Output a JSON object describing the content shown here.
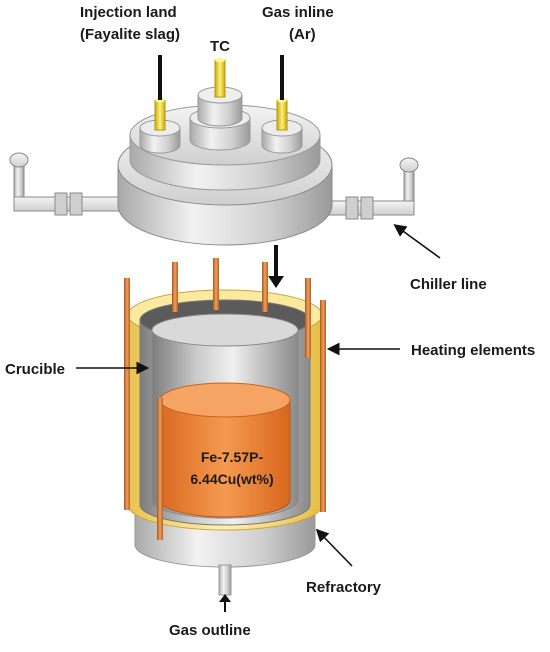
{
  "labels": {
    "injection_line1": "Injection land",
    "injection_line2": "(Fayalite slag)",
    "thermocouple": "TC",
    "gas_inlet_line1": "Gas inline",
    "gas_inlet_line2": "(Ar)",
    "chiller_line": "Chiller line",
    "heating_elements": "Heating elements",
    "crucible": "Crucible",
    "melt_line1": "Fe-7.57P-",
    "melt_line2": "6.44Cu(wt%)",
    "refractory": "Refractory",
    "gas_outlet": "Gas outline"
  },
  "colors": {
    "steel_light": "#e6e6e6",
    "steel_mid": "#bdbdbd",
    "steel_dark": "#8f8f8f",
    "insulation": "#f7d873",
    "copper": "#d97a2b",
    "melt": "#f08a3c",
    "connector_yellow": "#f2d21f"
  }
}
